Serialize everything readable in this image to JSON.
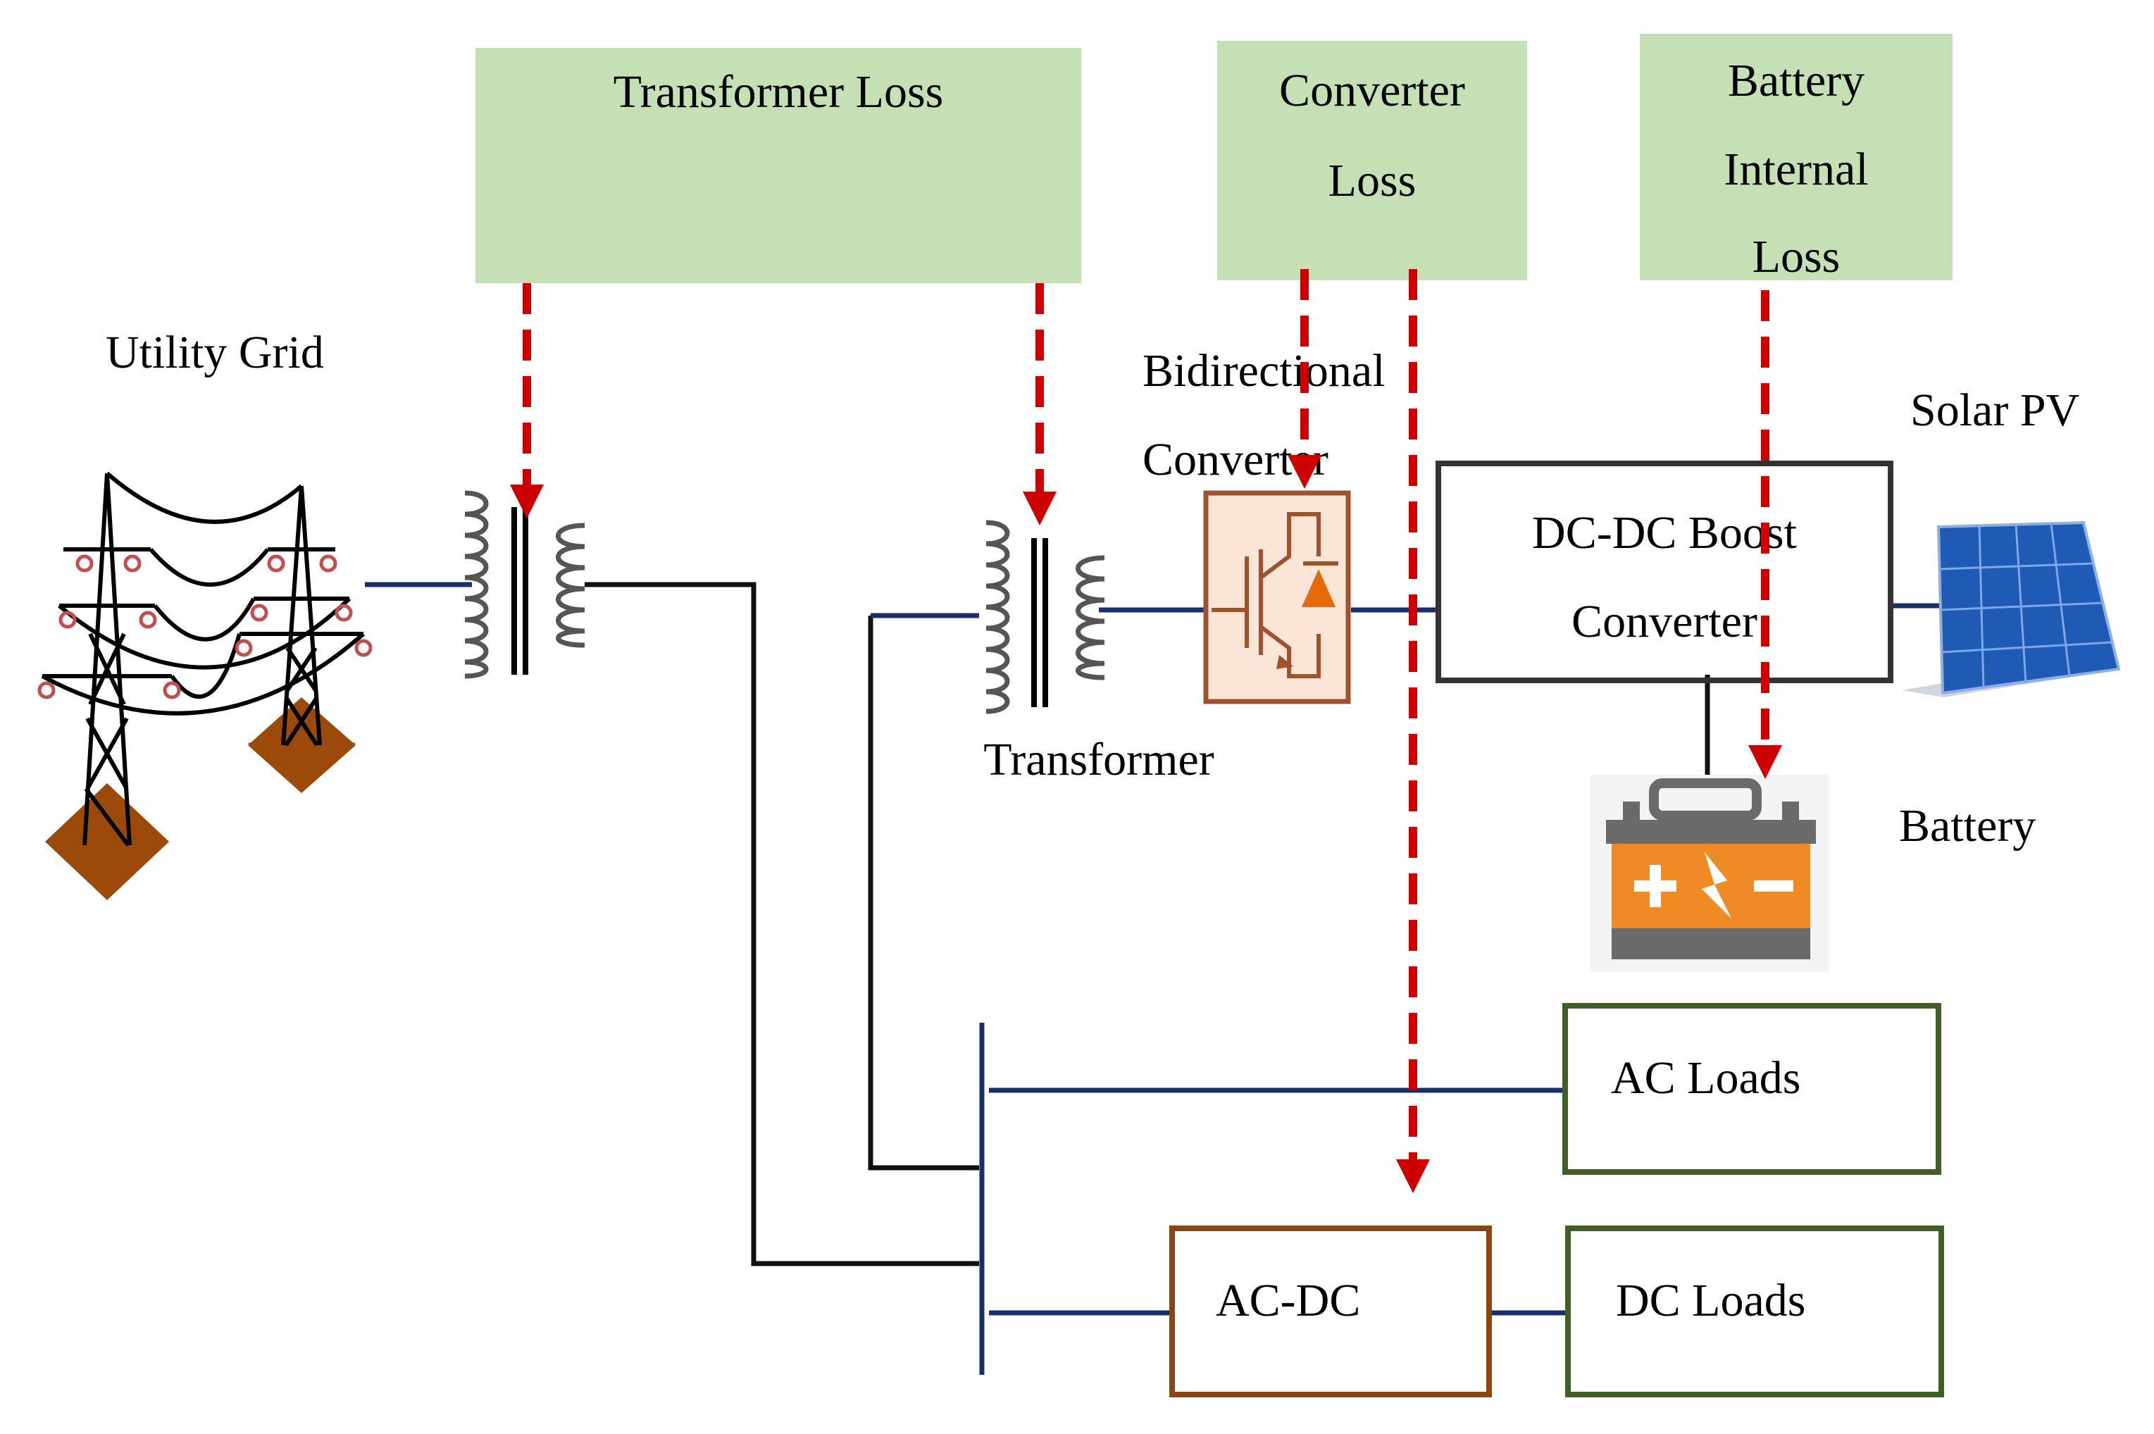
{
  "loss_boxes": {
    "transformer_loss": "Transformer Loss",
    "converter_loss": [
      "Converter",
      "Loss"
    ],
    "battery_loss": [
      "Battery",
      "Internal",
      "Loss"
    ]
  },
  "components": {
    "utility_grid": "Utility Grid",
    "bidirectional_converter": [
      "Bidirectional",
      "Converter"
    ],
    "transformer": "Transformer",
    "solar_pv": "Solar PV",
    "dcdc_boost": [
      "DC-DC Boost",
      "Converter"
    ],
    "battery": "Battery",
    "ac_loads": "AC Loads",
    "ac_dc": "AC-DC",
    "dc_loads": "DC Loads"
  },
  "colors": {
    "loss_box_fill": "#c5e0b4",
    "loss_arrow": "#cc0000",
    "bus_line": "#1a2e6b",
    "converter_fill": "#fbe5d6",
    "converter_stroke": "#a0522d",
    "load_box_stroke": "#3f5f25",
    "battery_orange": "#f08a24",
    "tower_base": "#9c4a0a"
  }
}
